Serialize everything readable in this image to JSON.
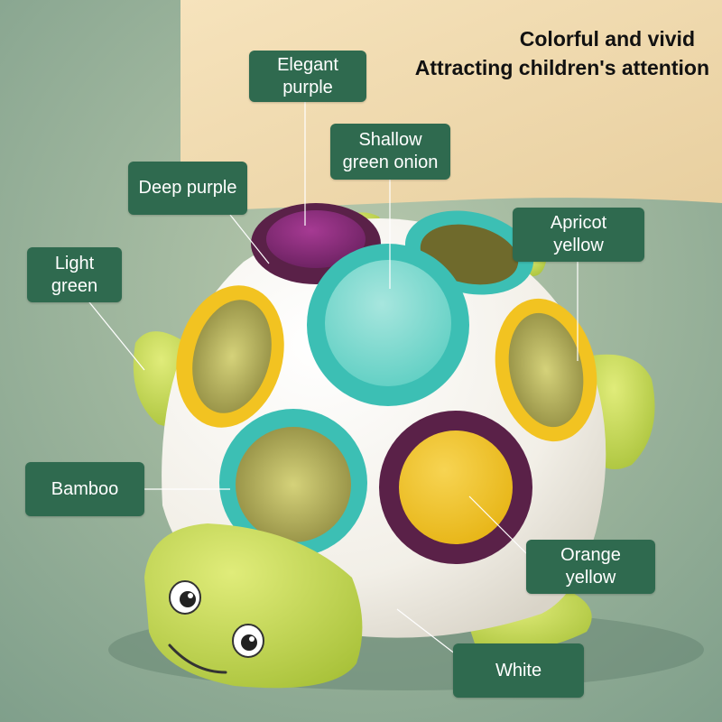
{
  "headline": {
    "line1": "Colorful and vivid",
    "line2": "Attracting children's attention"
  },
  "labels": {
    "elegant_purple": [
      "Elegant",
      "purple"
    ],
    "shallow_green_onion": [
      "Shallow",
      "green onion"
    ],
    "deep_purple": "Deep purple",
    "apricot_yellow": [
      "Apricot",
      "yellow"
    ],
    "light_green": [
      "Light",
      "green"
    ],
    "bamboo": "Bamboo",
    "orange_yellow": [
      "Orange",
      "yellow"
    ],
    "white": "White"
  },
  "colors": {
    "label_bg": "#2f6a4f",
    "background_top": "#f0dcb4",
    "background_bottom": "#8fae9b",
    "shell_white": "#f4f2ec",
    "teal": "#3cbfb4",
    "teal_light": "#86dcd4",
    "yellow": "#f2c321",
    "purple": "#5a2148",
    "purple_pop": "#8d2f7e",
    "lime": "#c7d94a",
    "lime_dark": "#a9c23a"
  }
}
